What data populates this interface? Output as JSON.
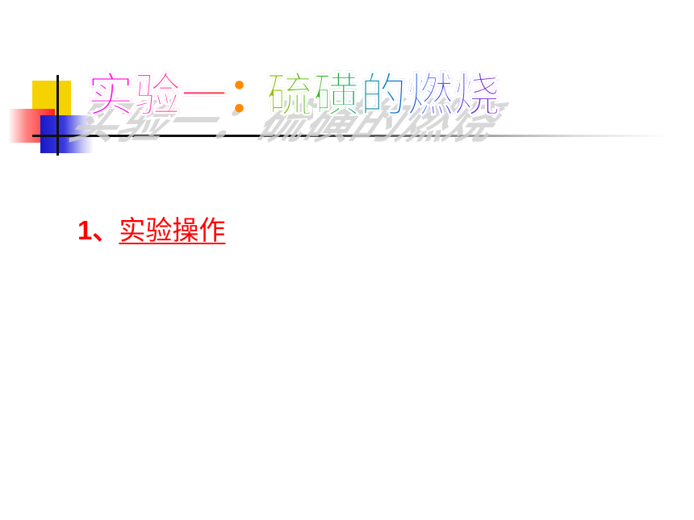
{
  "slide": {
    "title_part1": "实验一",
    "title_colon": "：",
    "title_part2": "硫磺的燃烧",
    "items": [
      {
        "number": "1、",
        "label": "实验操作"
      }
    ]
  },
  "colors": {
    "accent_red": "#ff0000",
    "deco_yellow": "#f5d300",
    "deco_blue": "#1818c8",
    "deco_red": "#ff2020"
  }
}
